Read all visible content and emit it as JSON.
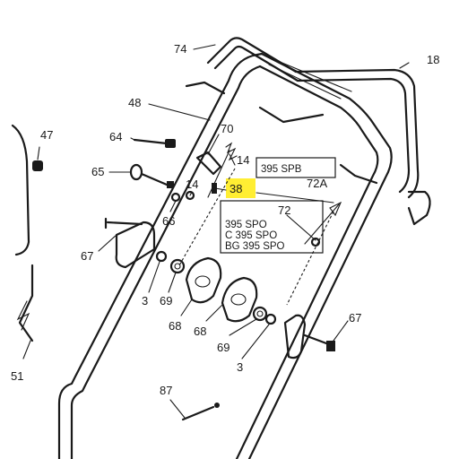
{
  "highlight_color": "#ffee33",
  "callouts": {
    "c74": "74",
    "c18": "18",
    "c48": "48",
    "c47": "47",
    "c64": "64",
    "c70": "70",
    "c14a": "14",
    "c65": "65",
    "c38": "38",
    "c14b": "14",
    "c72a": "72A",
    "c66": "66",
    "c72": "72",
    "c67a": "67",
    "c3a": "3",
    "c69a": "69",
    "c68a": "68",
    "c68b": "68",
    "c69b": "69",
    "c67b": "67",
    "c3b": "3",
    "c51": "51",
    "c87": "87"
  },
  "model_box_top": {
    "line1": "395 SPB"
  },
  "model_box_bottom": {
    "line1": "395 SPO",
    "line2": "C 395 SPO",
    "line3": "BG 395 SPO"
  }
}
